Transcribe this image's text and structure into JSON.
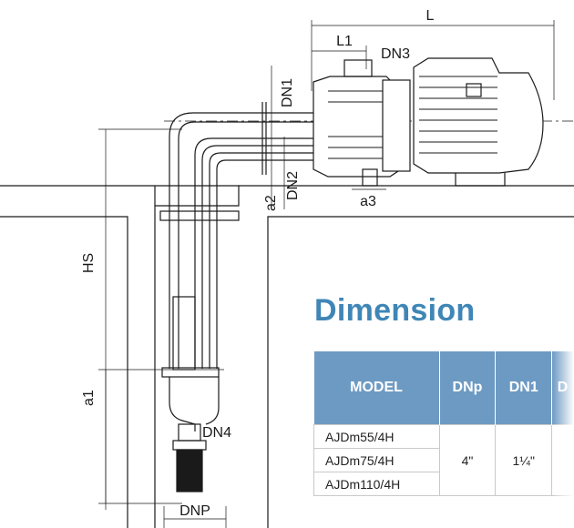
{
  "labels": {
    "L": "L",
    "L1": "L1",
    "DN3": "DN3",
    "DN1": "DN1",
    "DN2": "DN2",
    "a2": "a2",
    "a3": "a3",
    "HS": "HS",
    "a1": "a1",
    "DN4": "DN4",
    "DNP": "DNP"
  },
  "dimension_title": "Dimension",
  "table": {
    "headers": [
      "MODEL",
      "DNp",
      "DN1",
      "D"
    ],
    "rows": [
      {
        "model": "AJDm55/4H"
      },
      {
        "model": "AJDm75/4H"
      },
      {
        "model": "AJDm110/4H"
      }
    ],
    "dnp_value": "4\"",
    "dn1_value": "1¼\""
  },
  "colors": {
    "title": "#3f86b6",
    "header_bg": "#6d9ac3",
    "line": "#1a1a1a"
  }
}
